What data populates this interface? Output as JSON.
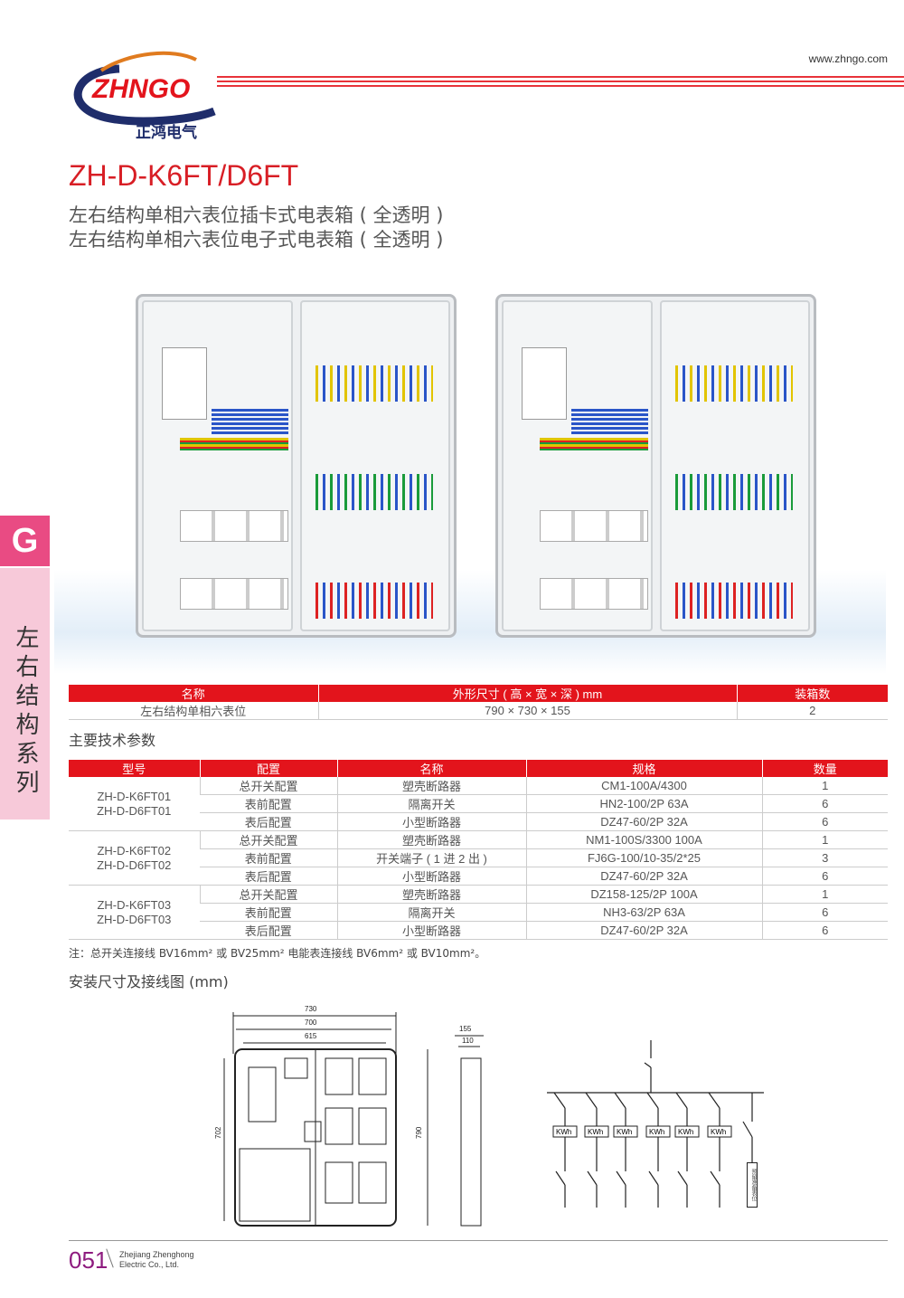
{
  "header": {
    "logo_text": "ZHNGO",
    "logo_cn": "正鸿电气",
    "url": "www.zhngo.com",
    "brand_colors": {
      "red": "#e3141c",
      "navy": "#1f2d6b",
      "orange": "#e07b1f"
    }
  },
  "title": "ZH-D-K6FT/D6FT",
  "subtitles": [
    "左右结构单相六表位插卡式电表箱 ( 全透明 )",
    "左右结构单相六表位电子式电表箱 ( 全透明 )"
  ],
  "side_tab": {
    "letter": "G",
    "series": "左右结构系列"
  },
  "summary_table": {
    "headers": [
      "名称",
      "外形尺寸 ( 高 × 宽 × 深 ) mm",
      "装箱数"
    ],
    "rows": [
      [
        "左右结构单相六表位",
        "790 × 730 × 155",
        "2"
      ]
    ]
  },
  "params_title": "主要技术参数",
  "params_table": {
    "headers": [
      "型号",
      "配置",
      "名称",
      "规格",
      "数量"
    ],
    "groups": [
      {
        "models": [
          "ZH-D-K6FT01",
          "ZH-D-D6FT01"
        ],
        "rows": [
          [
            "总开关配置",
            "塑壳断路器",
            "CM1-100A/4300",
            "1"
          ],
          [
            "表前配置",
            "隔离开关",
            "HN2-100/2P 63A",
            "6"
          ],
          [
            "表后配置",
            "小型断路器",
            "DZ47-60/2P 32A",
            "6"
          ]
        ]
      },
      {
        "models": [
          "ZH-D-K6FT02",
          "ZH-D-D6FT02"
        ],
        "rows": [
          [
            "总开关配置",
            "塑壳断路器",
            "NM1-100S/3300 100A",
            "1"
          ],
          [
            "表前配置",
            "开关端子 ( 1 进 2 出 )",
            "FJ6G-100/10-35/2*25",
            "3"
          ],
          [
            "表后配置",
            "小型断路器",
            "DZ47-60/2P 32A",
            "6"
          ]
        ]
      },
      {
        "models": [
          "ZH-D-K6FT03",
          "ZH-D-D6FT03"
        ],
        "rows": [
          [
            "总开关配置",
            "塑壳断路器",
            "DZ158-125/2P 100A",
            "1"
          ],
          [
            "表前配置",
            "隔离开关",
            "NH3-63/2P 63A",
            "6"
          ],
          [
            "表后配置",
            "小型断路器",
            "DZ47-60/2P 32A",
            "6"
          ]
        ]
      }
    ]
  },
  "note": "注：总开关连接线 BV16mm² 或 BV25mm² 电能表连接线 BV6mm² 或 BV10mm²。",
  "drawing_title": "安装尺寸及接线图 (mm)",
  "dimensions": {
    "width_outer": "730",
    "width_mid": "700",
    "width_inner": "615",
    "height_inner": "702",
    "height_outer": "790",
    "depth_outer": "155",
    "depth_inner": "110"
  },
  "wiring": {
    "meter_label": "KWh",
    "reserve_label": "预留准备表位"
  },
  "footer": {
    "page": "051",
    "company_line1": "Zhejiang Zhenghong",
    "company_line2": "Electric Co., Ltd."
  }
}
